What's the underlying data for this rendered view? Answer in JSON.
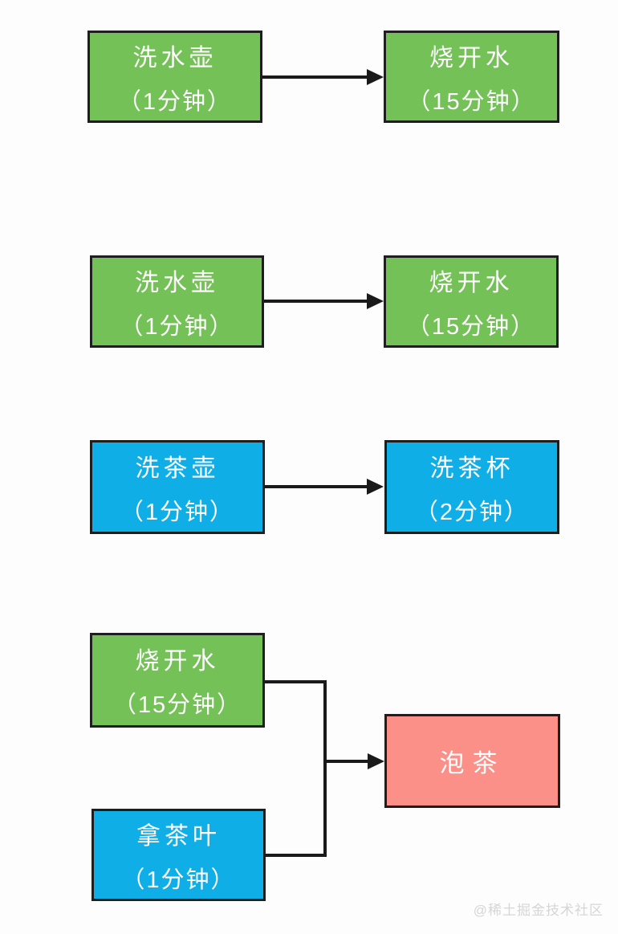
{
  "diagram": {
    "description_colors": {
      "green_fill": "#74c157",
      "blue_fill": "#10aee7",
      "pink_fill": "#fb9089",
      "border": "#1e1e1e",
      "arrow": "#1a1a1a",
      "node_text": "#ffffff"
    },
    "nodes": [
      {
        "id": "wash-kettle-1",
        "line1": "洗水壶",
        "line2": "（1分钟）",
        "color": "green"
      },
      {
        "id": "boil-water-1",
        "line1": "烧开水",
        "line2": "（15分钟）",
        "color": "green"
      },
      {
        "id": "wash-kettle-2",
        "line1": "洗水壶",
        "line2": "（1分钟）",
        "color": "green"
      },
      {
        "id": "boil-water-2",
        "line1": "烧开水",
        "line2": "（15分钟）",
        "color": "green"
      },
      {
        "id": "wash-teapot",
        "line1": "洗茶壶",
        "line2": "（1分钟）",
        "color": "blue"
      },
      {
        "id": "wash-teacup",
        "line1": "洗茶杯",
        "line2": "（2分钟）",
        "color": "blue"
      },
      {
        "id": "boil-water-3",
        "line1": "烧开水",
        "line2": "（15分钟）",
        "color": "green"
      },
      {
        "id": "take-tea-leaves",
        "line1": "拿茶叶",
        "line2": "（1分钟）",
        "color": "blue"
      },
      {
        "id": "make-tea",
        "line1": "泡茶",
        "line2": "",
        "color": "pink"
      }
    ],
    "edges": [
      {
        "from": "wash-kettle-1",
        "to": "boil-water-1"
      },
      {
        "from": "wash-kettle-2",
        "to": "boil-water-2"
      },
      {
        "from": "wash-teapot",
        "to": "wash-teacup"
      },
      {
        "from": "boil-water-3",
        "to": "make-tea"
      },
      {
        "from": "take-tea-leaves",
        "to": "make-tea"
      }
    ]
  },
  "watermark": {
    "text": "@稀土掘金技术社区"
  }
}
